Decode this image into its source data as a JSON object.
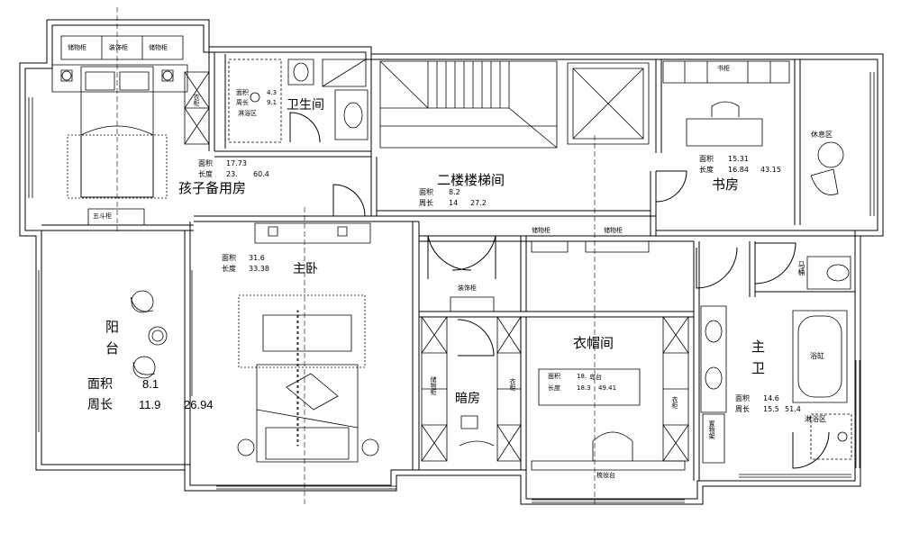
{
  "rooms": {
    "kids_room": {
      "name": "孩子备用房",
      "area_label": "面积",
      "area": "17.73",
      "perim_label": "长度",
      "perim_a": "23.",
      "perim_b": "60.4"
    },
    "bathroom2": {
      "name": "卫生间",
      "area_label": "面积",
      "area": "4.3",
      "perim_label": "周长",
      "perim": "9.1",
      "shower": "淋浴区"
    },
    "stairs": {
      "name": "二楼楼梯间",
      "area_label": "面积",
      "area": "8.2",
      "perim_label": "周长",
      "perim_a": "14",
      "perim_b": "27.2"
    },
    "study": {
      "name": "书房",
      "area_label": "面积",
      "area": "15.31",
      "perim_label": "长度",
      "perim_a": "16.84",
      "perim_b": "43.15",
      "rest": "休息区"
    },
    "master_bed": {
      "name": "主卧",
      "area_label": "面积",
      "area": "31.6",
      "perim_label": "长度",
      "perim": "33.38"
    },
    "balcony": {
      "name_a": "阳",
      "name_b": "台",
      "area_label": "面积",
      "area": "8.1",
      "perim_label": "周长",
      "perim_a": "11.9",
      "perim_b": "26.94"
    },
    "darkroom": {
      "name": "暗房"
    },
    "closet": {
      "name": "衣帽间",
      "area_label": "面积",
      "area": "18.",
      "island": "岛台",
      "perim_label": "长度",
      "perim_a": "18.3",
      "perim_b": "49.41"
    },
    "master_bath": {
      "name_a": "主",
      "name_b": "卫",
      "area_label": "面积",
      "area": "14.6",
      "perim_label": "周长",
      "perim_a": "15.5",
      "perim_b": "51.4",
      "shower": "淋浴区",
      "tub": "浴缸",
      "toilet": "马桶"
    }
  },
  "furniture": {
    "storage": "储物柜",
    "decor": "装饰柜",
    "wardrobe": "衣柜",
    "five_drawer": "五斗柜",
    "bookcase": "书柜",
    "dresser": "梳妆台",
    "coat": "衣柜",
    "storage_shelf": "置物架"
  }
}
